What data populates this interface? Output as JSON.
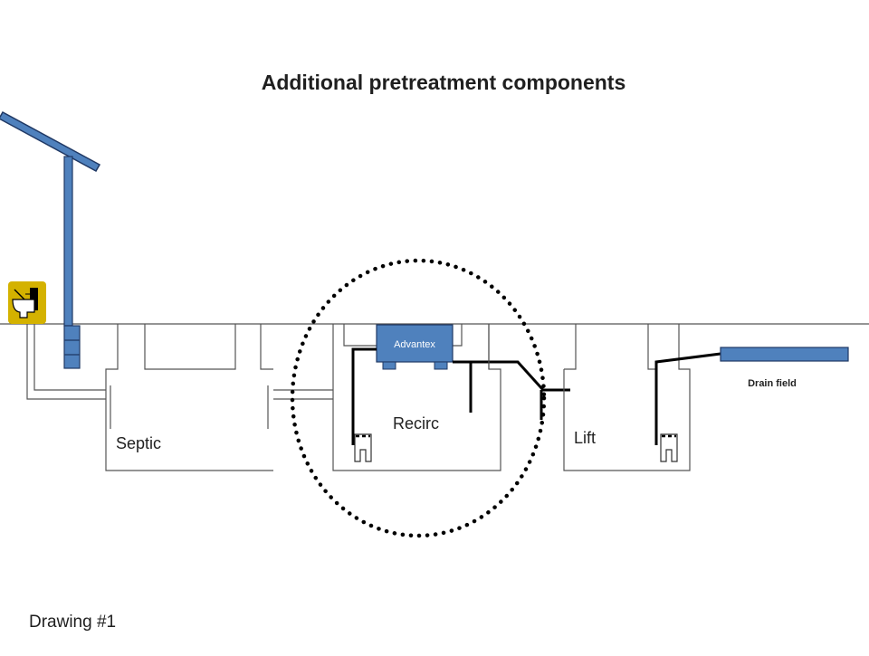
{
  "diagram": {
    "title": "Additional pretreatment components",
    "footer": "Drawing #1",
    "labels": {
      "septic": "Septic",
      "recirc": "Recirc",
      "lift": "Lift",
      "advantex": "Advantex",
      "drain_field": "Drain field"
    },
    "icons": {
      "toilet": "toilet-icon"
    },
    "colors": {
      "pipe_fill": "#4f81bd",
      "pipe_stroke": "#1f3864",
      "icon_bg": "#d4b200",
      "line": "#000000",
      "outline": "#555555"
    }
  }
}
